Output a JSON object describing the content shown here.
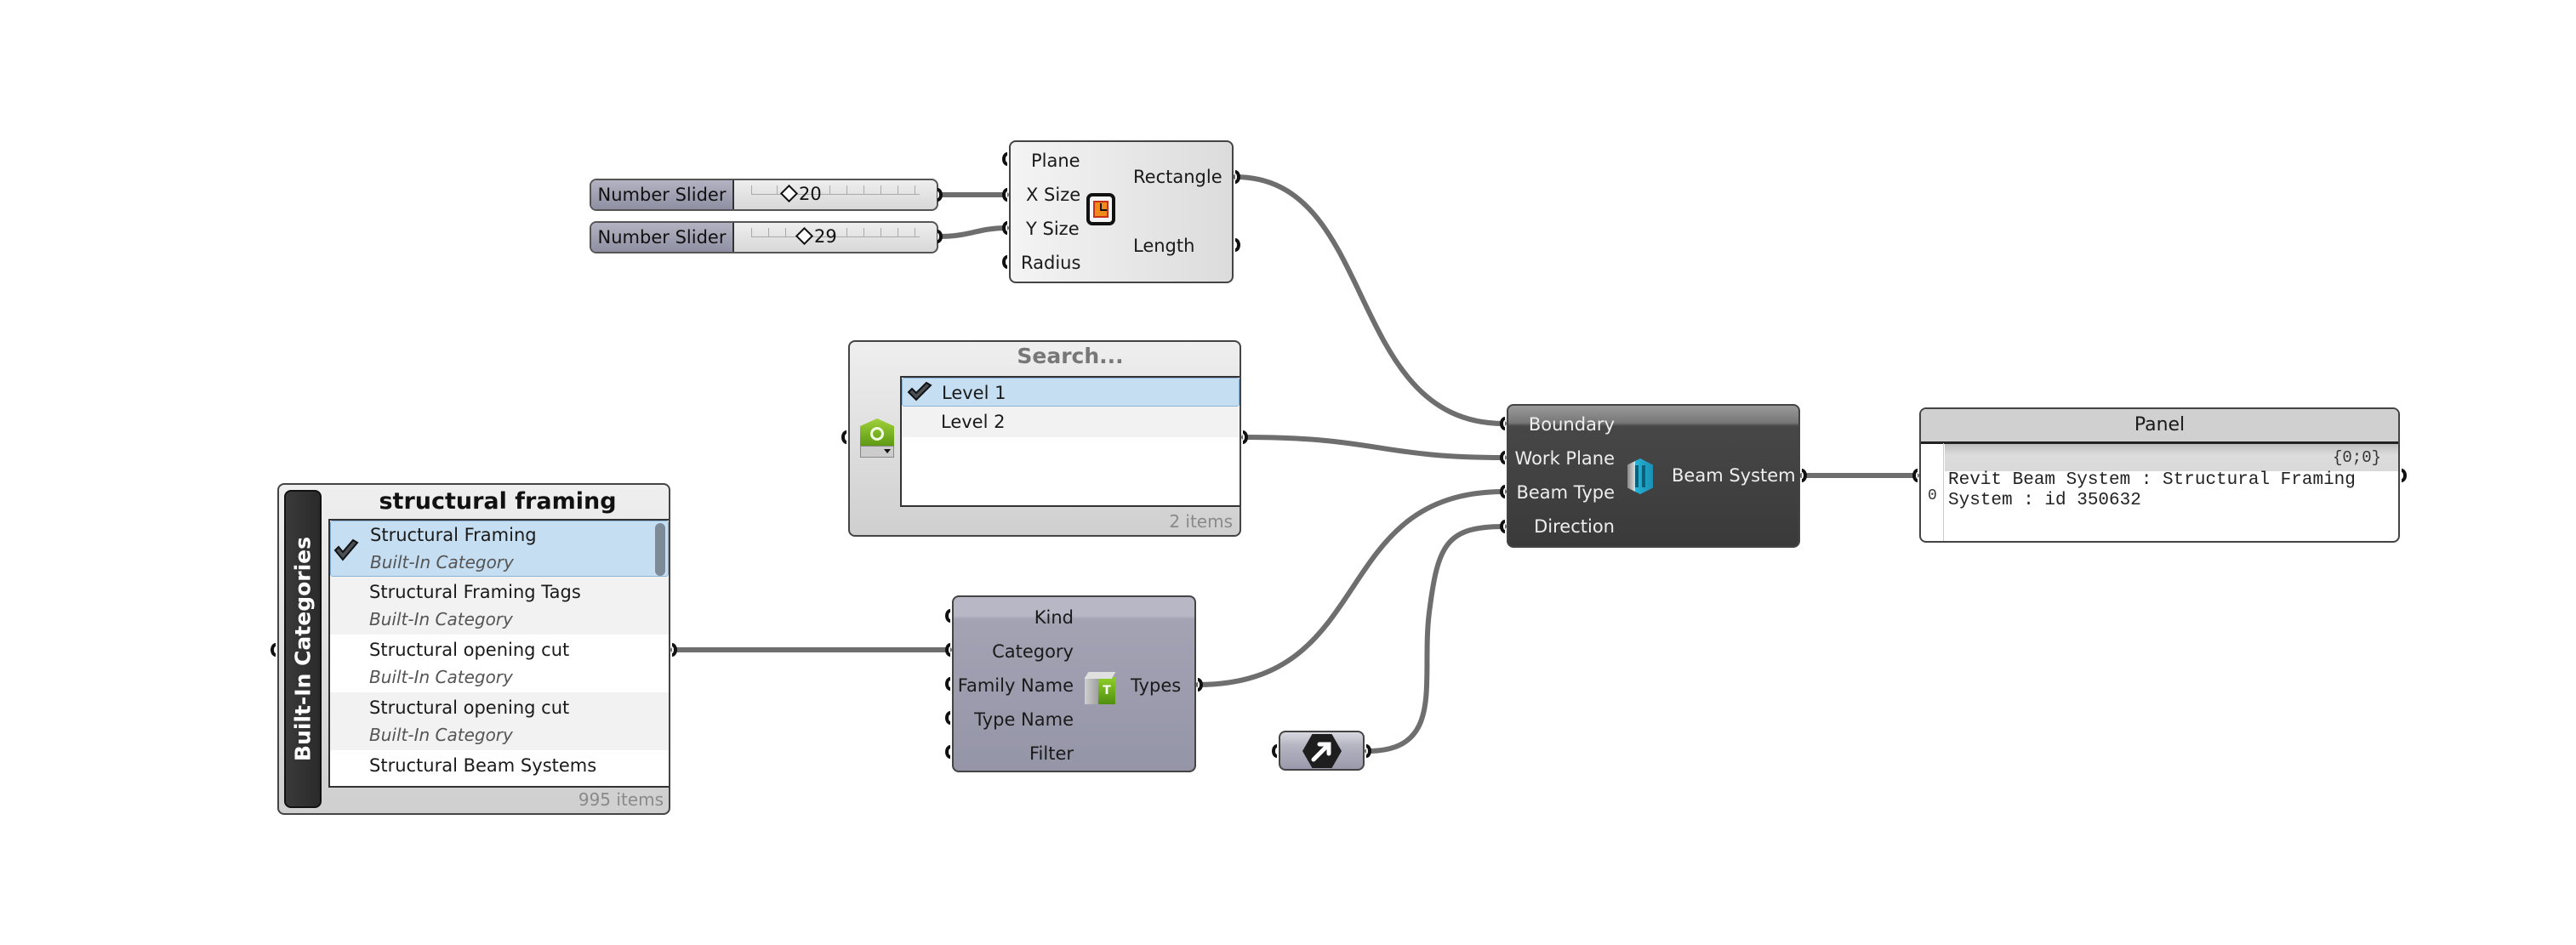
{
  "canvas": {
    "wire_color": "#6e6e6e"
  },
  "sliders": [
    {
      "label": "Number Slider",
      "value": "20",
      "fraction": 0.2
    },
    {
      "label": "Number Slider",
      "value": "29",
      "fraction": 0.29
    }
  ],
  "rectangle": {
    "inputs": [
      "Plane",
      "X Size",
      "Y Size",
      "Radius"
    ],
    "outputs": [
      "Rectangle",
      "Length"
    ],
    "icon": "rectangle-icon"
  },
  "level_selector": {
    "header": "Search...",
    "items": [
      {
        "label": "Level 1",
        "selected": true
      },
      {
        "label": "Level 2",
        "selected": false
      }
    ],
    "count": "2 items",
    "icon": "level-picker-icon"
  },
  "categories": {
    "side_label": "Built-In Categories",
    "header": "structural framing",
    "items": [
      {
        "label": "Structural Framing",
        "sub": "Built-In Category",
        "selected": true
      },
      {
        "label": "Structural Framing Tags",
        "sub": "Built-In Category",
        "selected": false
      },
      {
        "label": "Structural opening cut",
        "sub": "Built-In Category",
        "selected": false
      },
      {
        "label": "Structural opening cut",
        "sub": "Built-In Category",
        "selected": false
      },
      {
        "label": "Structural Beam Systems",
        "sub": "",
        "selected": false
      }
    ],
    "count": "995 items"
  },
  "types": {
    "inputs": [
      "Kind",
      "Category",
      "Family Name",
      "Type Name",
      "Filter"
    ],
    "output": "Types",
    "icon": "element-type-icon"
  },
  "vector": {
    "icon": "vector-arrow-icon"
  },
  "beam_system": {
    "inputs": [
      "Boundary",
      "Work Plane",
      "Beam Type",
      "Direction"
    ],
    "output": "Beam System",
    "icon": "beam-system-icon"
  },
  "panel": {
    "title": "Panel",
    "path": "{0;0}",
    "index": "0",
    "text": "Revit Beam System : Structural Framing System : id 350632"
  }
}
